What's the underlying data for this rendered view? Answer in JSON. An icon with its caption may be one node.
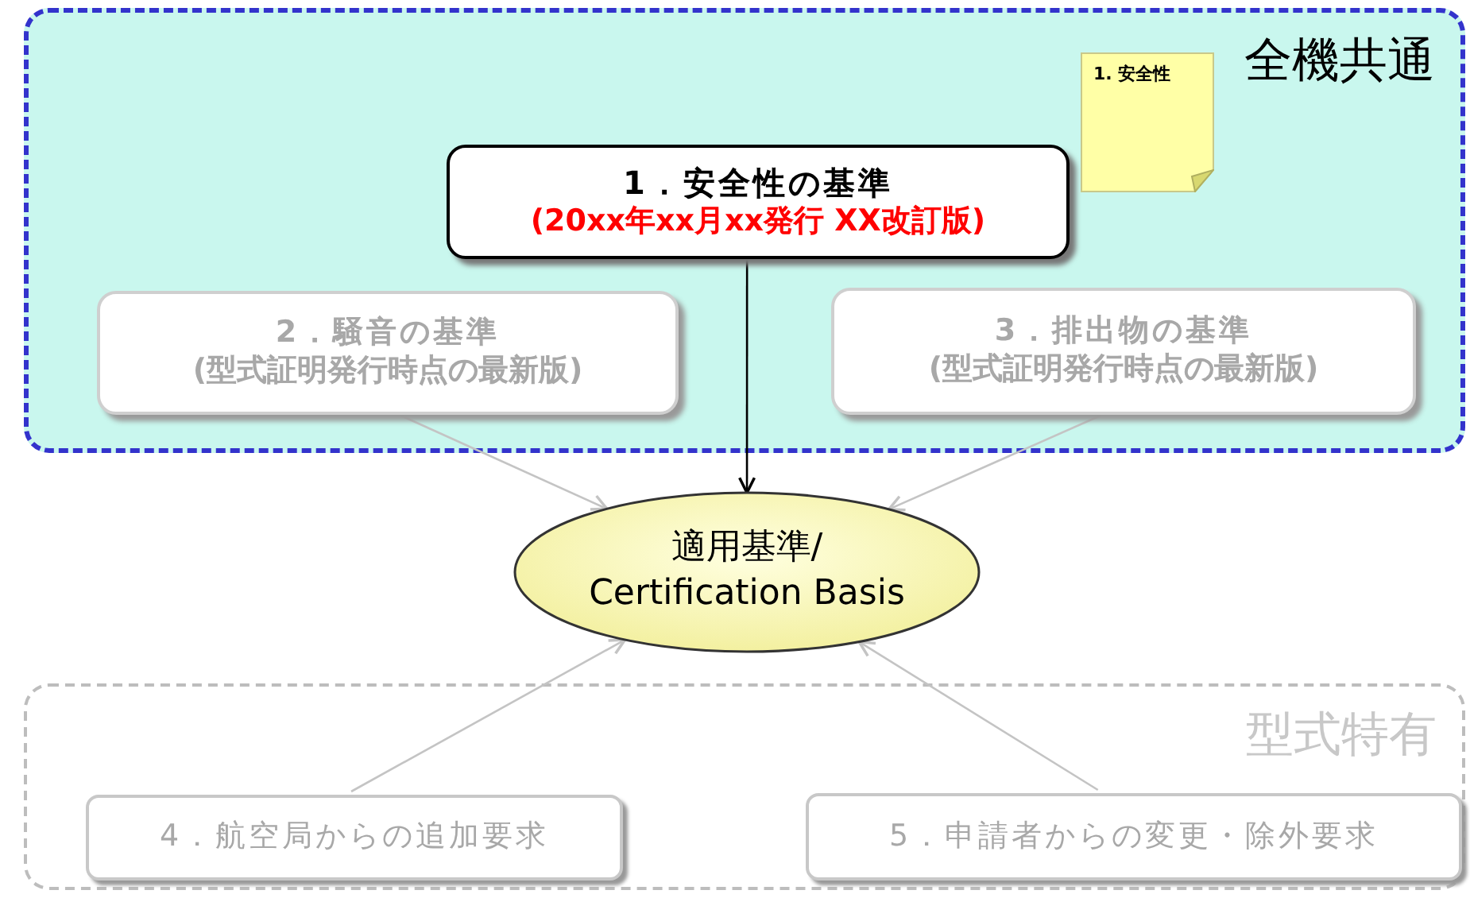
{
  "diagram": {
    "nodes": [
      {
        "text": [
          "全機共通"
        ]
      },
      {
        "text": [
          "1．安全性の基準",
          "(20xx年xx月xx発行 XX改訂版)"
        ],
        "in": 0
      },
      {
        "text": [
          "1. 安全性"
        ],
        "in": 0
      },
      {
        "text": [
          "2．騒音の基準",
          "(型式証明発行時点の最新版)"
        ],
        "in": 0
      },
      {
        "text": [
          "3．排出物の基準",
          "(型式証明発行時点の最新版)"
        ],
        "in": 0
      },
      {
        "text": [
          "適用基準/ Certification Basis"
        ]
      },
      {
        "text": [
          "型式特有"
        ]
      },
      {
        "text": [
          "4．航空局からの追加要求"
        ],
        "in": 6
      },
      {
        "text": [
          "5．申請者からの変更・除外要求"
        ],
        "in": 6
      }
    ],
    "edges": [
      {
        "from": 1,
        "to": 5,
        "arrow": "to",
        "color": "#000000"
      },
      {
        "from": 3,
        "to": 5,
        "arrow": "to"
      },
      {
        "from": 4,
        "to": 5,
        "arrow": "to"
      },
      {
        "from": 7,
        "to": 5,
        "arrow": "to"
      },
      {
        "from": 8,
        "to": 5,
        "arrow": "to"
      }
    ]
  }
}
